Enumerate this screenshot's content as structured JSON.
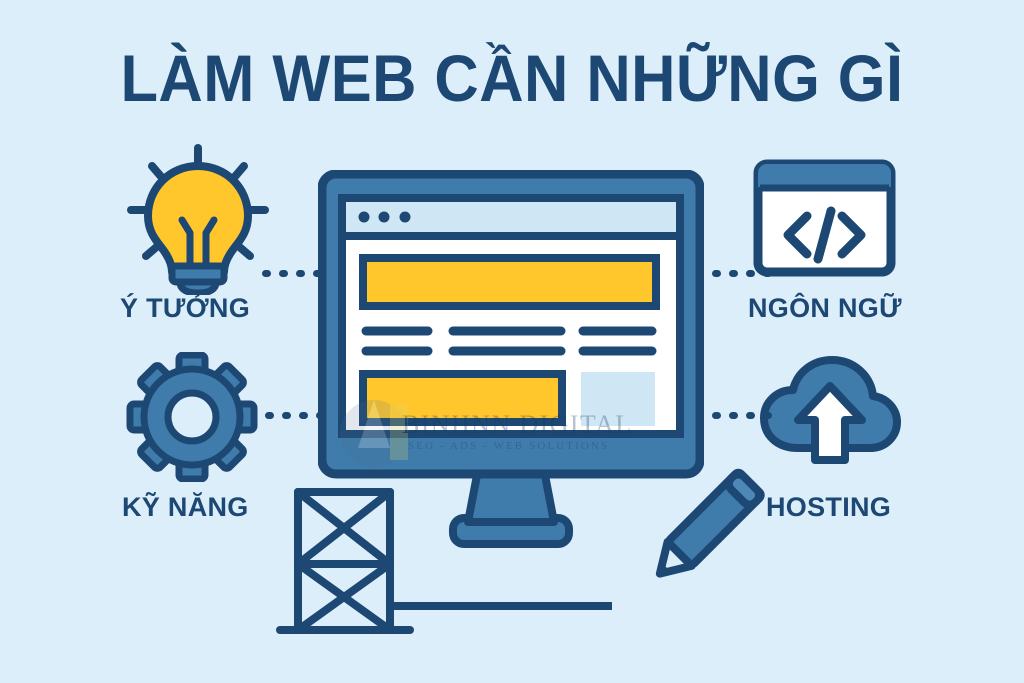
{
  "page": {
    "title": "LÀM WEB CẦN NHỮNG GÌ",
    "background_color": "#dbeefa",
    "ink_color": "#1d4874",
    "accent_yellow": "#ffc72c",
    "accent_blue": "#3f7cab"
  },
  "nodes": [
    {
      "id": "idea",
      "label": "Ý TƯỞNG",
      "icon": "lightbulb-icon",
      "position": "top-left"
    },
    {
      "id": "skill",
      "label": "KỸ NĂNG",
      "icon": "gear-icon",
      "position": "bottom-left"
    },
    {
      "id": "language",
      "label": "NGÔN NGỮ",
      "icon": "code-window-icon",
      "position": "top-right"
    },
    {
      "id": "hosting",
      "label": "HOSTING",
      "icon": "cloud-upload-icon",
      "position": "bottom-right"
    }
  ],
  "center": {
    "device": "desktop-monitor",
    "screen": {
      "titlebar_dots": 3,
      "banner": "yellow-hero-banner",
      "text_lines": 6,
      "content_block": "yellow-content-block",
      "image_placeholder": "light-blue-image-box"
    }
  },
  "decorations": {
    "pencil": "pencil-icon",
    "tower": "server-tower-icon"
  },
  "watermark": {
    "brand": "BINHNN DIGITAL",
    "tagline": "SEO - ADS - WEB SOLUTIONS"
  }
}
